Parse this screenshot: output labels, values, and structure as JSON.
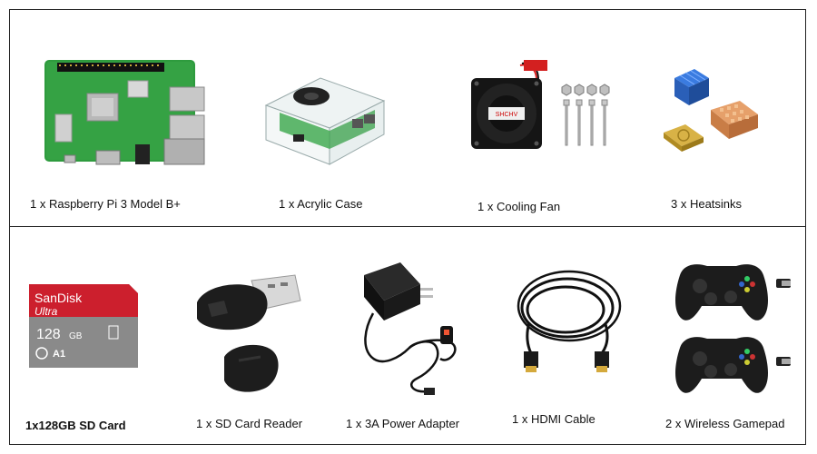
{
  "items": [
    {
      "label": "1 x Raspberry Pi 3 Model B+"
    },
    {
      "label": "1 x Acrylic Case"
    },
    {
      "label": "1 x Cooling Fan"
    },
    {
      "label": "3 x Heatsinks"
    },
    {
      "label": "1x128GB SD Card"
    },
    {
      "label": "1 x SD Card Reader"
    },
    {
      "label": "1 x 3A Power Adapter"
    },
    {
      "label": "1 x HDMI Cable"
    },
    {
      "label": "2 x Wireless Gamepad"
    }
  ],
  "sd_card": {
    "brand": "SanDisk",
    "line": "Ultra",
    "capacity": "128",
    "unit": "GB",
    "class_mark": "A1"
  },
  "fan_label": "SHCHV"
}
